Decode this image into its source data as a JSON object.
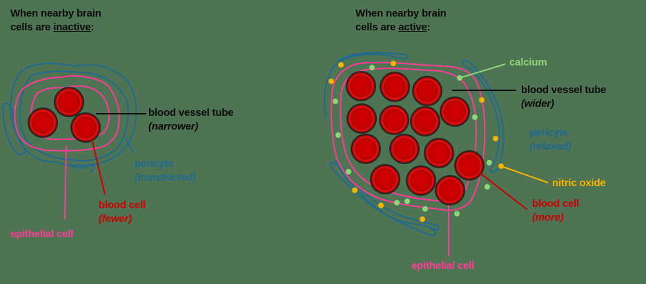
{
  "colors": {
    "background": "#4e7453",
    "blood_cell": "#cc0000",
    "epithelial": "#ff3b96",
    "pericyte": "#1e6a93",
    "calcium": "#8ed67a",
    "nitric_oxide": "#f5b400",
    "text": "#0b0b0b"
  },
  "left_panel": {
    "heading_line1": "When nearby brain",
    "heading_line2_prefix": "cells are ",
    "heading_emphasis": "inactive",
    "heading_suffix": ":",
    "vessel_label": "blood vessel tube",
    "vessel_state": "(narrower)",
    "pericyte_label": "pericyte",
    "pericyte_state": "(constricted)",
    "blood_cell_label": "blood cell",
    "blood_cell_state": "(fewer)",
    "epithelial_label": "epithelial cell",
    "blood_cell_count": 3
  },
  "right_panel": {
    "heading_line1": "When nearby brain",
    "heading_line2_prefix": "cells are ",
    "heading_emphasis": "active",
    "heading_suffix": ":",
    "calcium_label": "calcium",
    "vessel_label": "blood vessel tube",
    "vessel_state": "(wider)",
    "pericyte_label": "pericyte",
    "pericyte_state": "(relaxed)",
    "nitric_oxide_label": "nitric oxide",
    "blood_cell_label": "blood cell",
    "blood_cell_state": "(more)",
    "epithelial_label": "epithelial cell",
    "blood_cell_count": 14
  }
}
